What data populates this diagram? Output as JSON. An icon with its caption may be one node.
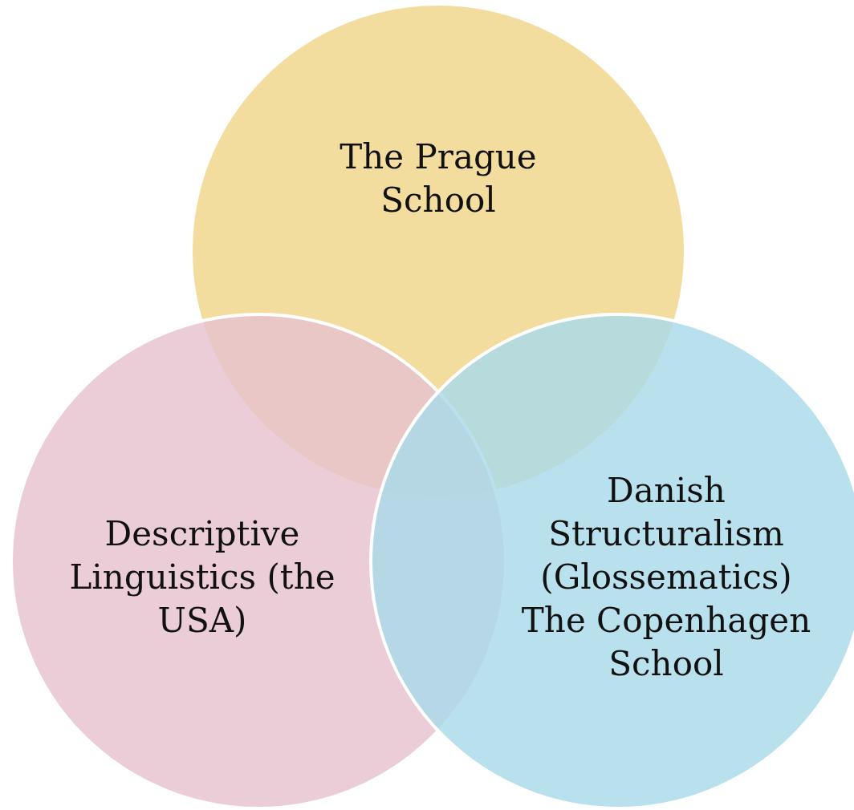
{
  "diagram": {
    "nodes": [
      {
        "text": [
          "The Prague School"
        ]
      },
      {
        "text": [
          "Descriptive Linguistics (the USA)"
        ]
      },
      {
        "text": [
          "Danish Structuralism (Glossematics)",
          "The Copenhagen School"
        ]
      }
    ]
  }
}
